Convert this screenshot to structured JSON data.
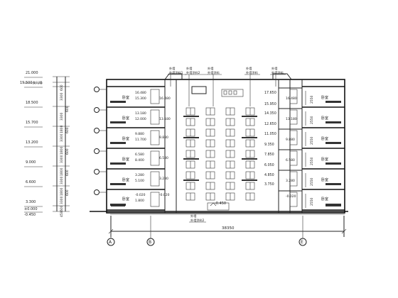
{
  "left_scale": {
    "elevations": [
      "21.000",
      "19.500",
      "18.500",
      "15.700",
      "13.200",
      "9.000",
      "6.600",
      "3.300",
      "±0.000",
      "-0.450"
    ],
    "roof_note": "女儿墙",
    "heights": [
      "600",
      "3300",
      "600",
      "3300",
      "600",
      "3300",
      "600",
      "3300",
      "600",
      "3300",
      "600",
      "3300",
      "600",
      "450"
    ],
    "sub_heights": [
      "1800",
      "1800",
      "1800",
      "1800"
    ]
  },
  "room_label": "卧室",
  "left_level_pairs": [
    [
      "16.480",
      "15.300"
    ],
    [
      "13.180",
      "12.000"
    ],
    [
      "9.880",
      "11.700"
    ],
    [
      "6.580",
      "8.400"
    ],
    [
      "3.280",
      "5.100"
    ],
    [
      "-0.020",
      "1.800"
    ]
  ],
  "left_inner_levels": [
    "16.480",
    "13.180",
    "9.880",
    "6.580",
    "3.280",
    "-0.020"
  ],
  "center_levels": [
    "17.650",
    "15.950",
    "14.350",
    "12.650",
    "11.050",
    "9.350",
    "7.850",
    "6.050",
    "4.850",
    "3.750"
  ],
  "right_levels": [
    "16.480",
    "13.180",
    "9.880",
    "6.580",
    "3.280",
    "-0.020"
  ],
  "right_room_heights": [
    "2550",
    "2550",
    "2550",
    "2550",
    "2550",
    "2550"
  ],
  "ground_level": "-0.450",
  "top_tags": [
    {
      "line1": "外墙",
      "line2": "外墙涂料1"
    },
    {
      "line1": "外墙",
      "line2": "外墙涂料2"
    },
    {
      "line1": "外墙",
      "line2": "外墙涂料"
    },
    {
      "line1": "外墙",
      "line2": "外墙涂料"
    },
    {
      "line1": "外墙",
      "line2": "外墙涂料"
    }
  ],
  "bottom_tag": {
    "line1": "外墙",
    "line2": "外墙涂料2"
  },
  "total_dimension": "38350",
  "axes": [
    "A",
    "B",
    "E"
  ]
}
